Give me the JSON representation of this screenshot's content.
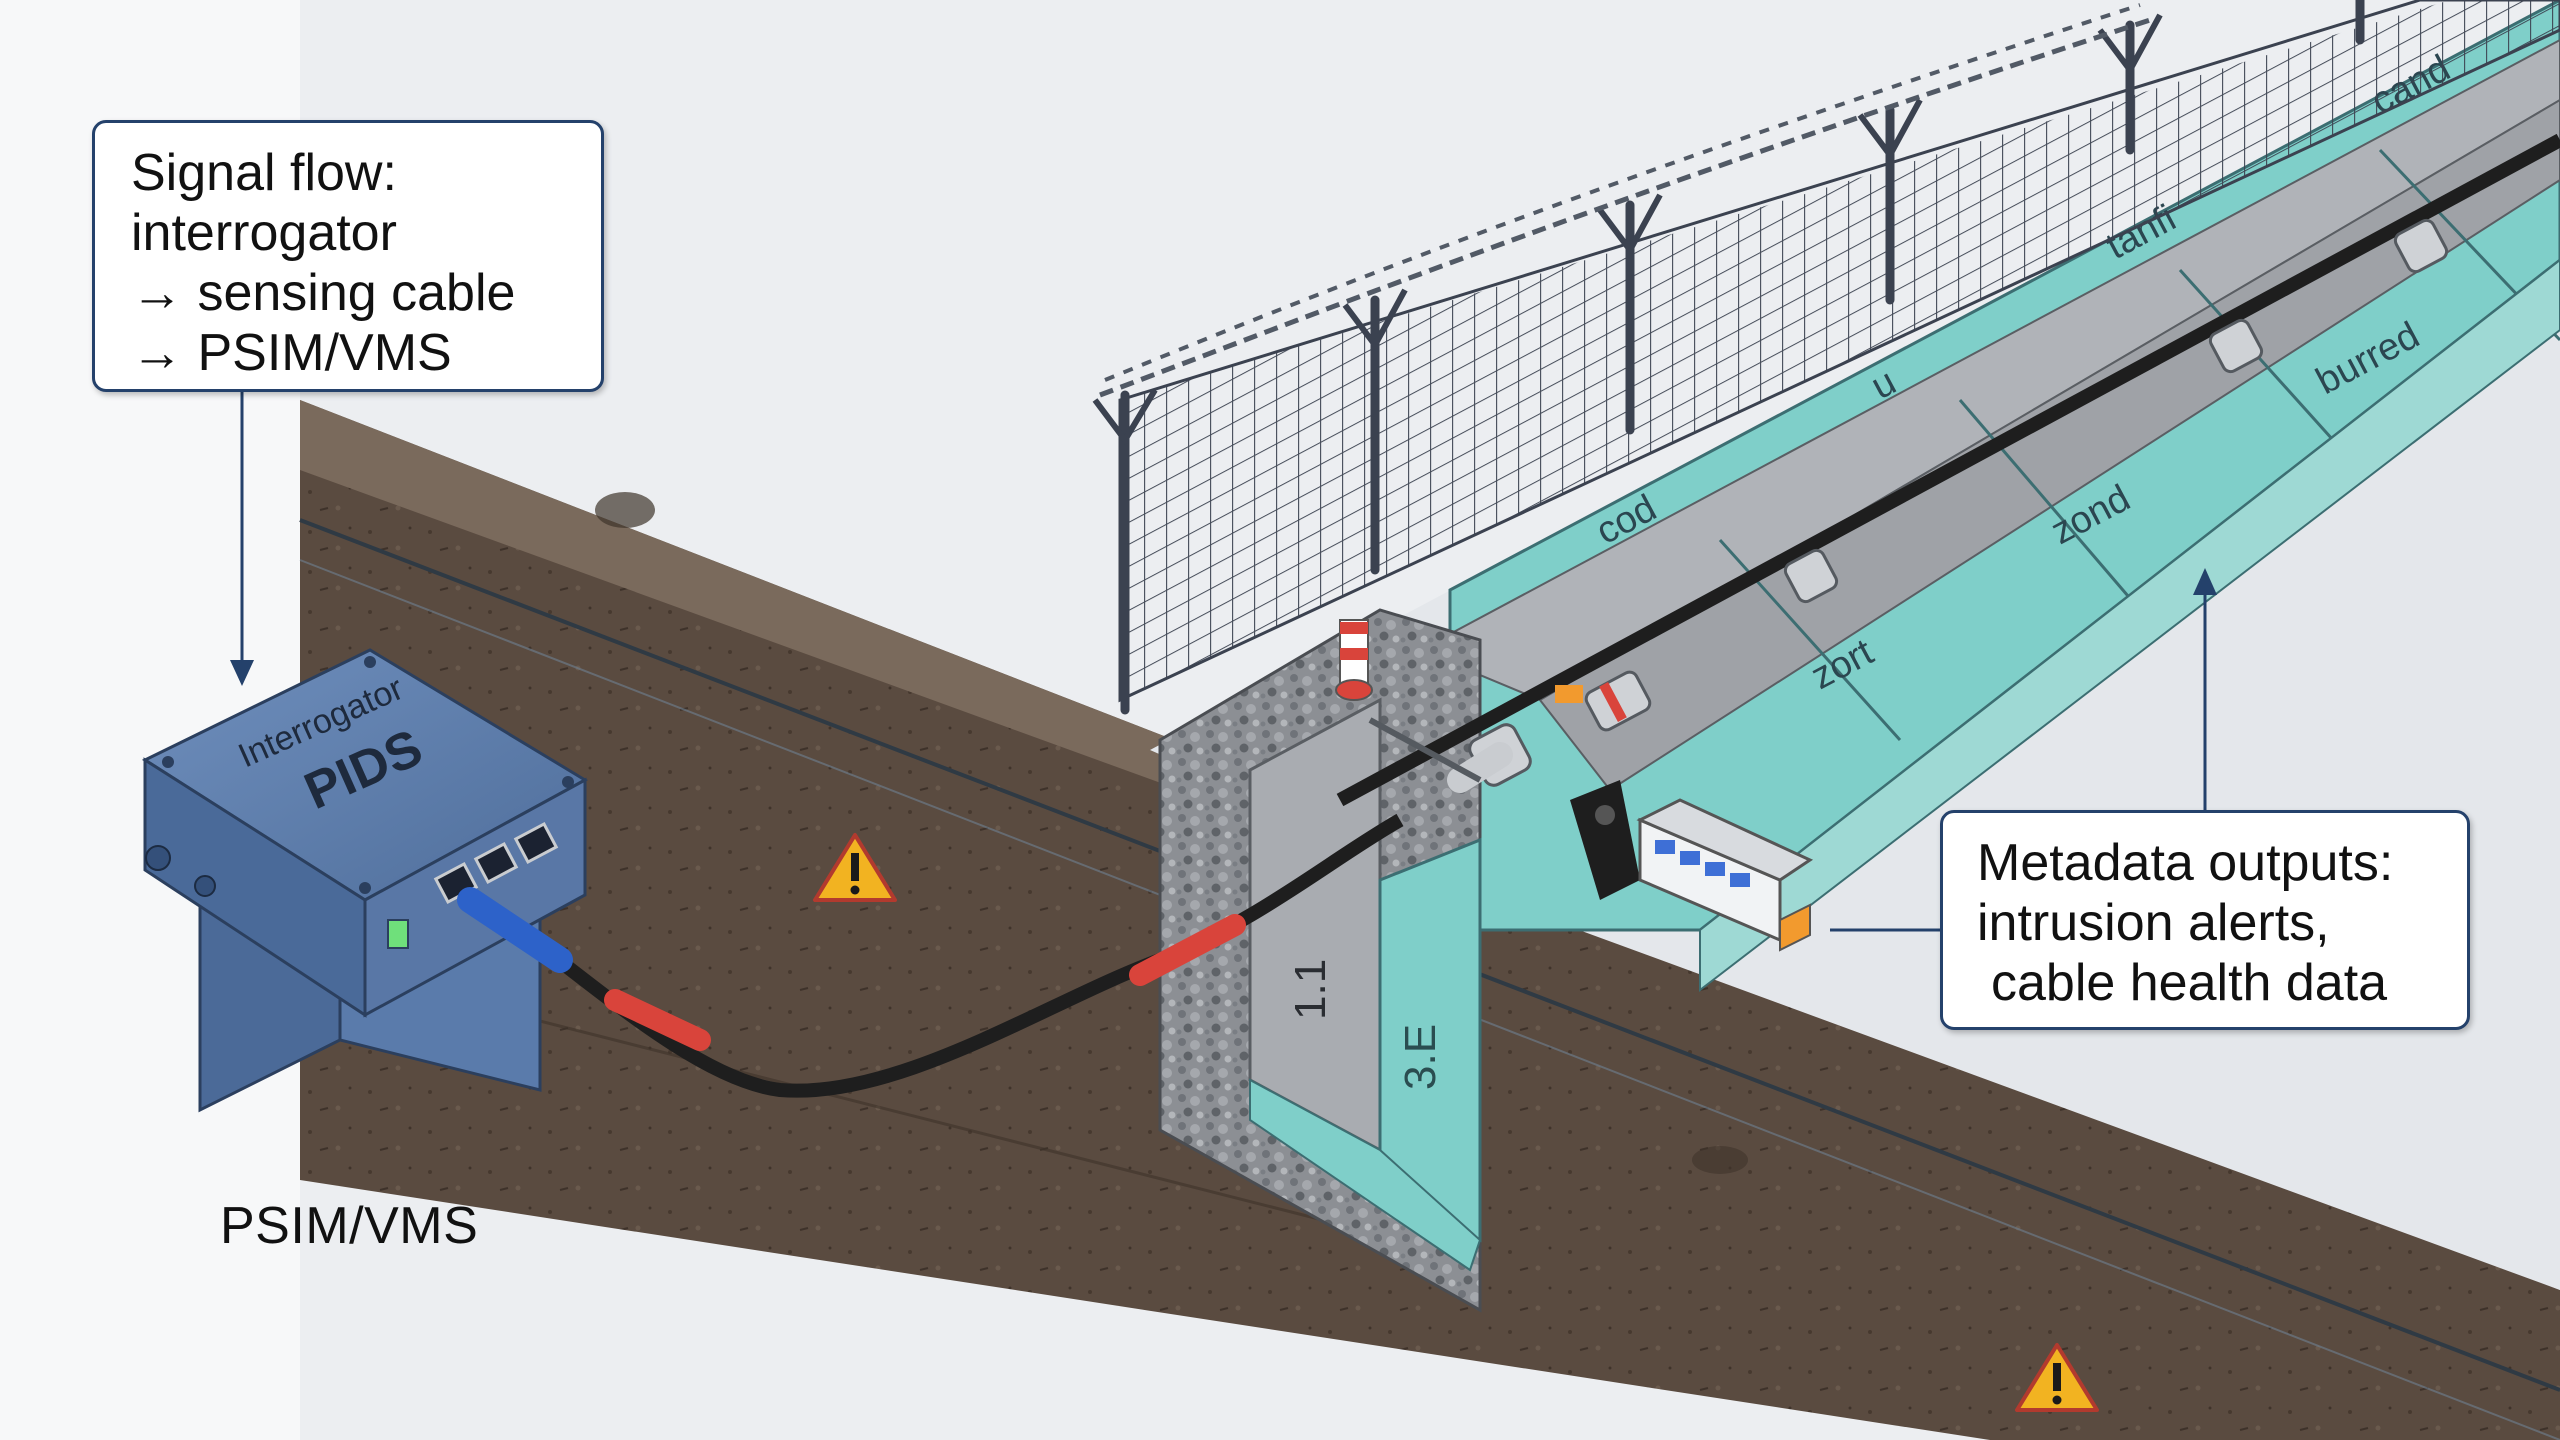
{
  "callouts": {
    "signal_flow": {
      "lines": [
        "Signal flow:",
        "interrogator",
        "→ sensing cable",
        "→ PSIM/VMS"
      ]
    },
    "metadata": {
      "lines": [
        "Metadata outputs:",
        "intrusion alerts,",
        "cable health data"
      ]
    }
  },
  "interrogator": {
    "label": "Interrogator",
    "brand": "PIDS"
  },
  "psim_label": "PSIM/VMS",
  "zone_labels": [
    "cod",
    "u",
    "tanfi",
    "cand",
    "zond",
    "burred",
    "zort"
  ],
  "trench_labels": [
    "1.1",
    "3.E"
  ],
  "warning_icons": 2,
  "colors": {
    "callout_border": "#24416b",
    "device_blue": "#4f6f9c",
    "zone_teal": "#7fcfc9",
    "cable_red": "#d9443b",
    "cable_black": "#1e1e1e",
    "soil": "#5a4a3e",
    "warning": "#f2b321"
  }
}
